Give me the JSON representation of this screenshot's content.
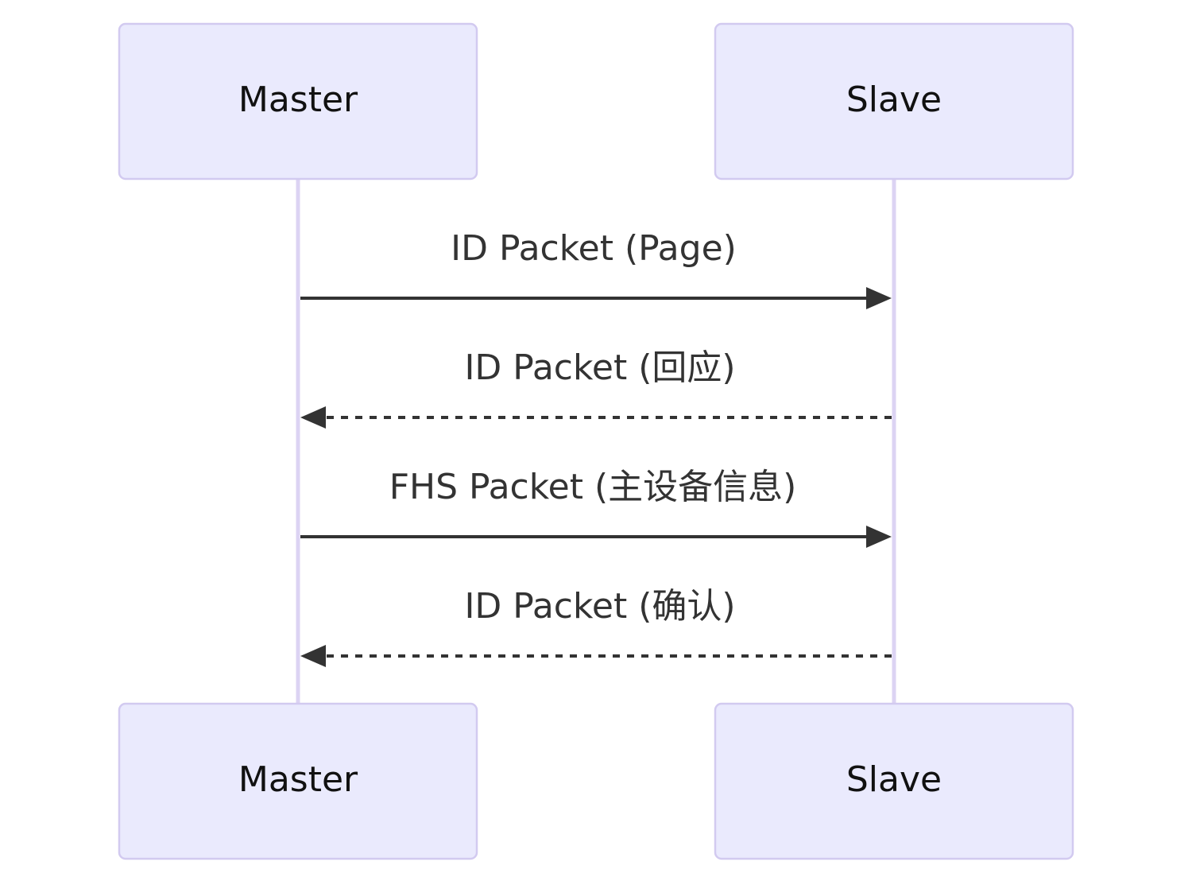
{
  "participants": [
    {
      "id": "master",
      "label": "Master"
    },
    {
      "id": "slave",
      "label": "Slave"
    }
  ],
  "messages": [
    {
      "from": "master",
      "to": "slave",
      "label": "ID Packet (Page)",
      "style": "solid"
    },
    {
      "from": "slave",
      "to": "master",
      "label": "ID Packet (回应)",
      "style": "dashed"
    },
    {
      "from": "master",
      "to": "slave",
      "label": "FHS Packet (主设备信息)",
      "style": "solid"
    },
    {
      "from": "slave",
      "to": "master",
      "label": "ID Packet (确认)",
      "style": "dashed"
    }
  ],
  "colors": {
    "actor_fill": "#eaeafd",
    "actor_border": "#d2caf0",
    "lifeline": "#dcd3f3",
    "message": "#333333"
  }
}
